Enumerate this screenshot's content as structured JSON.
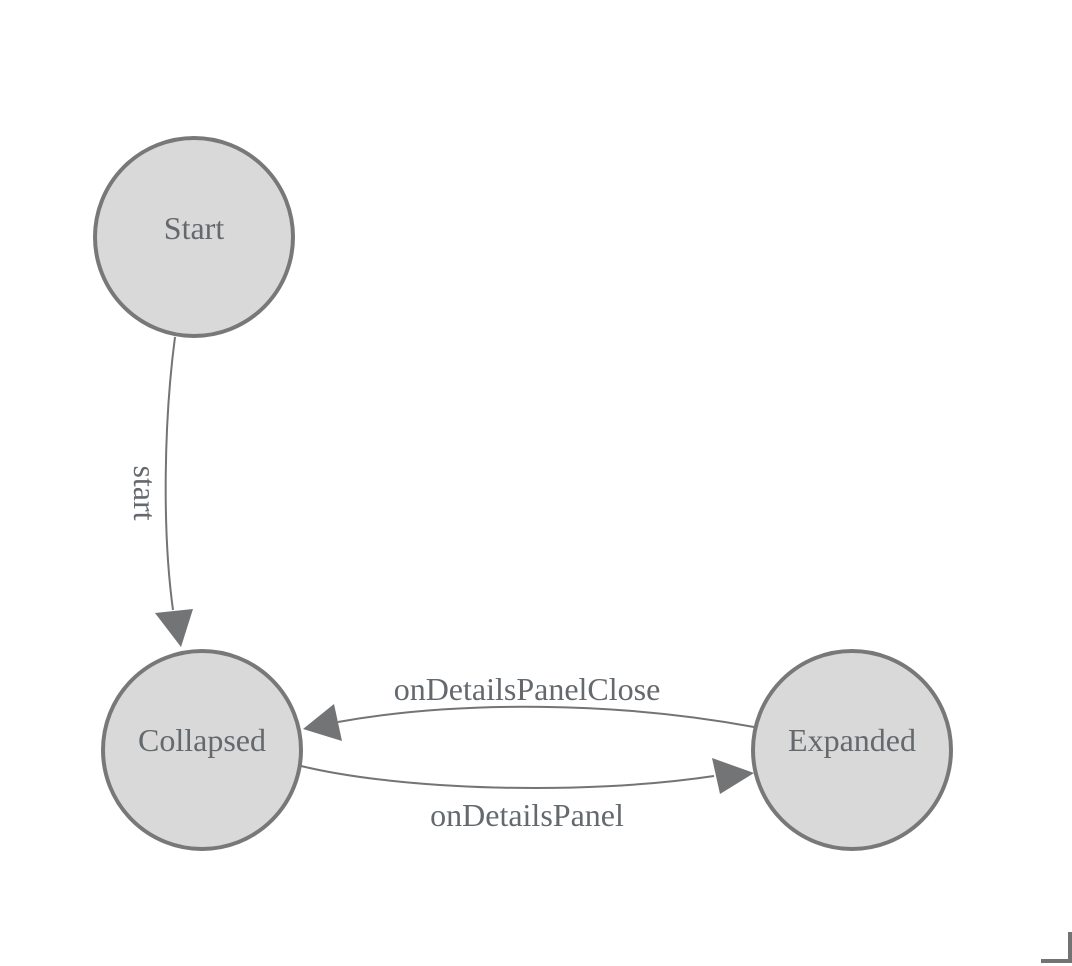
{
  "diagram": {
    "type": "state-machine",
    "background_color": "#ffffff",
    "node_fill_color": "#d9d9d9",
    "node_border_color": "#777879",
    "edge_color": "#737476",
    "label_color": "#64696e",
    "corner_mark_color": "#737373",
    "nodes": [
      {
        "id": "start",
        "label": "Start"
      },
      {
        "id": "collapsed",
        "label": "Collapsed"
      },
      {
        "id": "expanded",
        "label": "Expanded"
      }
    ],
    "edges": [
      {
        "from": "Start",
        "to": "Collapsed",
        "label": "start"
      },
      {
        "from": "Expanded",
        "to": "Collapsed",
        "label": "onDetailsPanelClose"
      },
      {
        "from": "Collapsed",
        "to": "Expanded",
        "label": "onDetailsPanel"
      }
    ]
  }
}
